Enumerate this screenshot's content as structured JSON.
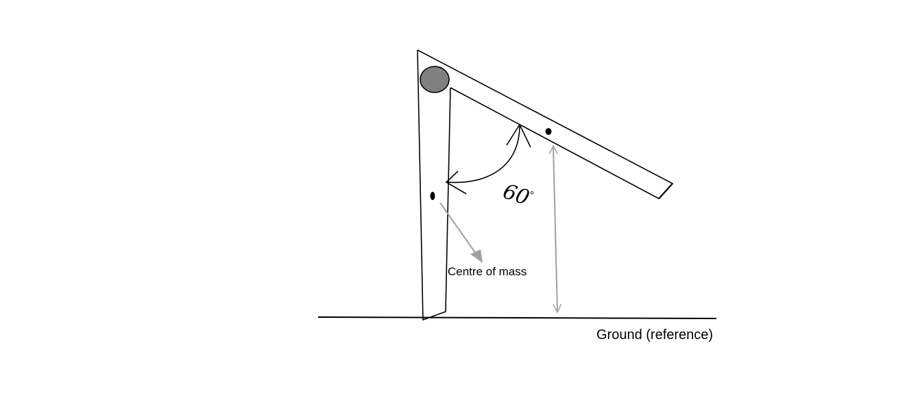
{
  "labels": {
    "centre_of_mass": "Centre of mass",
    "ground": "Ground (reference)",
    "angle": "60",
    "degree": "°"
  },
  "colors": {
    "stroke": "#000000",
    "arrow_gray": "#a0a0a0",
    "hinge_fill": "#808080"
  }
}
